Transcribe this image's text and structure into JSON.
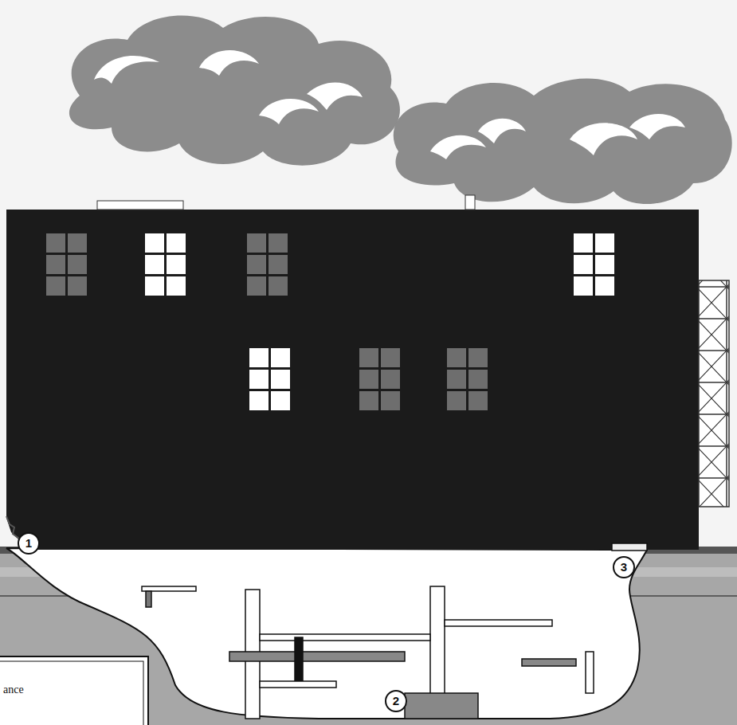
{
  "diagram": {
    "labels": [
      "1",
      "2",
      "3",
      "ance"
    ]
  }
}
